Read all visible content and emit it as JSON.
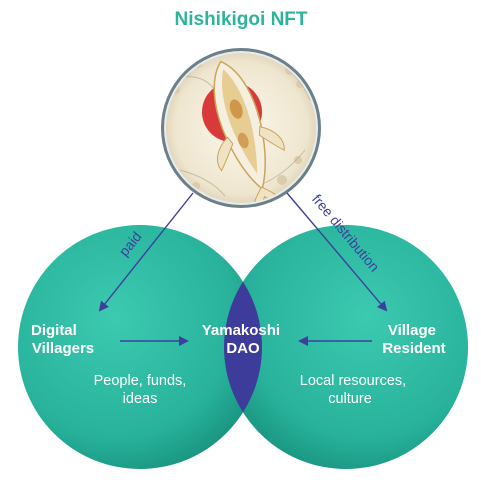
{
  "title": "Nishikigoi NFT",
  "nodes": {
    "left_circle": {
      "label_line1": "Digital",
      "label_line2": "Villagers",
      "desc_line1": "People, funds,",
      "desc_line2": "ideas"
    },
    "center_lens": {
      "label_line1": "Yamakoshi",
      "label_line2": "DAO"
    },
    "right_circle": {
      "label_line1": "Village",
      "label_line2": "Resident",
      "desc_line1": "Local resources,",
      "desc_line2": "culture"
    }
  },
  "edges": {
    "nft_to_left": "paid",
    "nft_to_right": "free distribution"
  },
  "colors": {
    "title": "#2fb39a",
    "circle_fill": "#2ab59e",
    "circle_dark": "#158a78",
    "lens_fill": "#3d3c9a",
    "arrow": "#3e3f9c",
    "medallion_ring": "#dfe8e6",
    "sun": "#d83a3a"
  },
  "image": {
    "medallion": "koi-fish-medallion"
  }
}
